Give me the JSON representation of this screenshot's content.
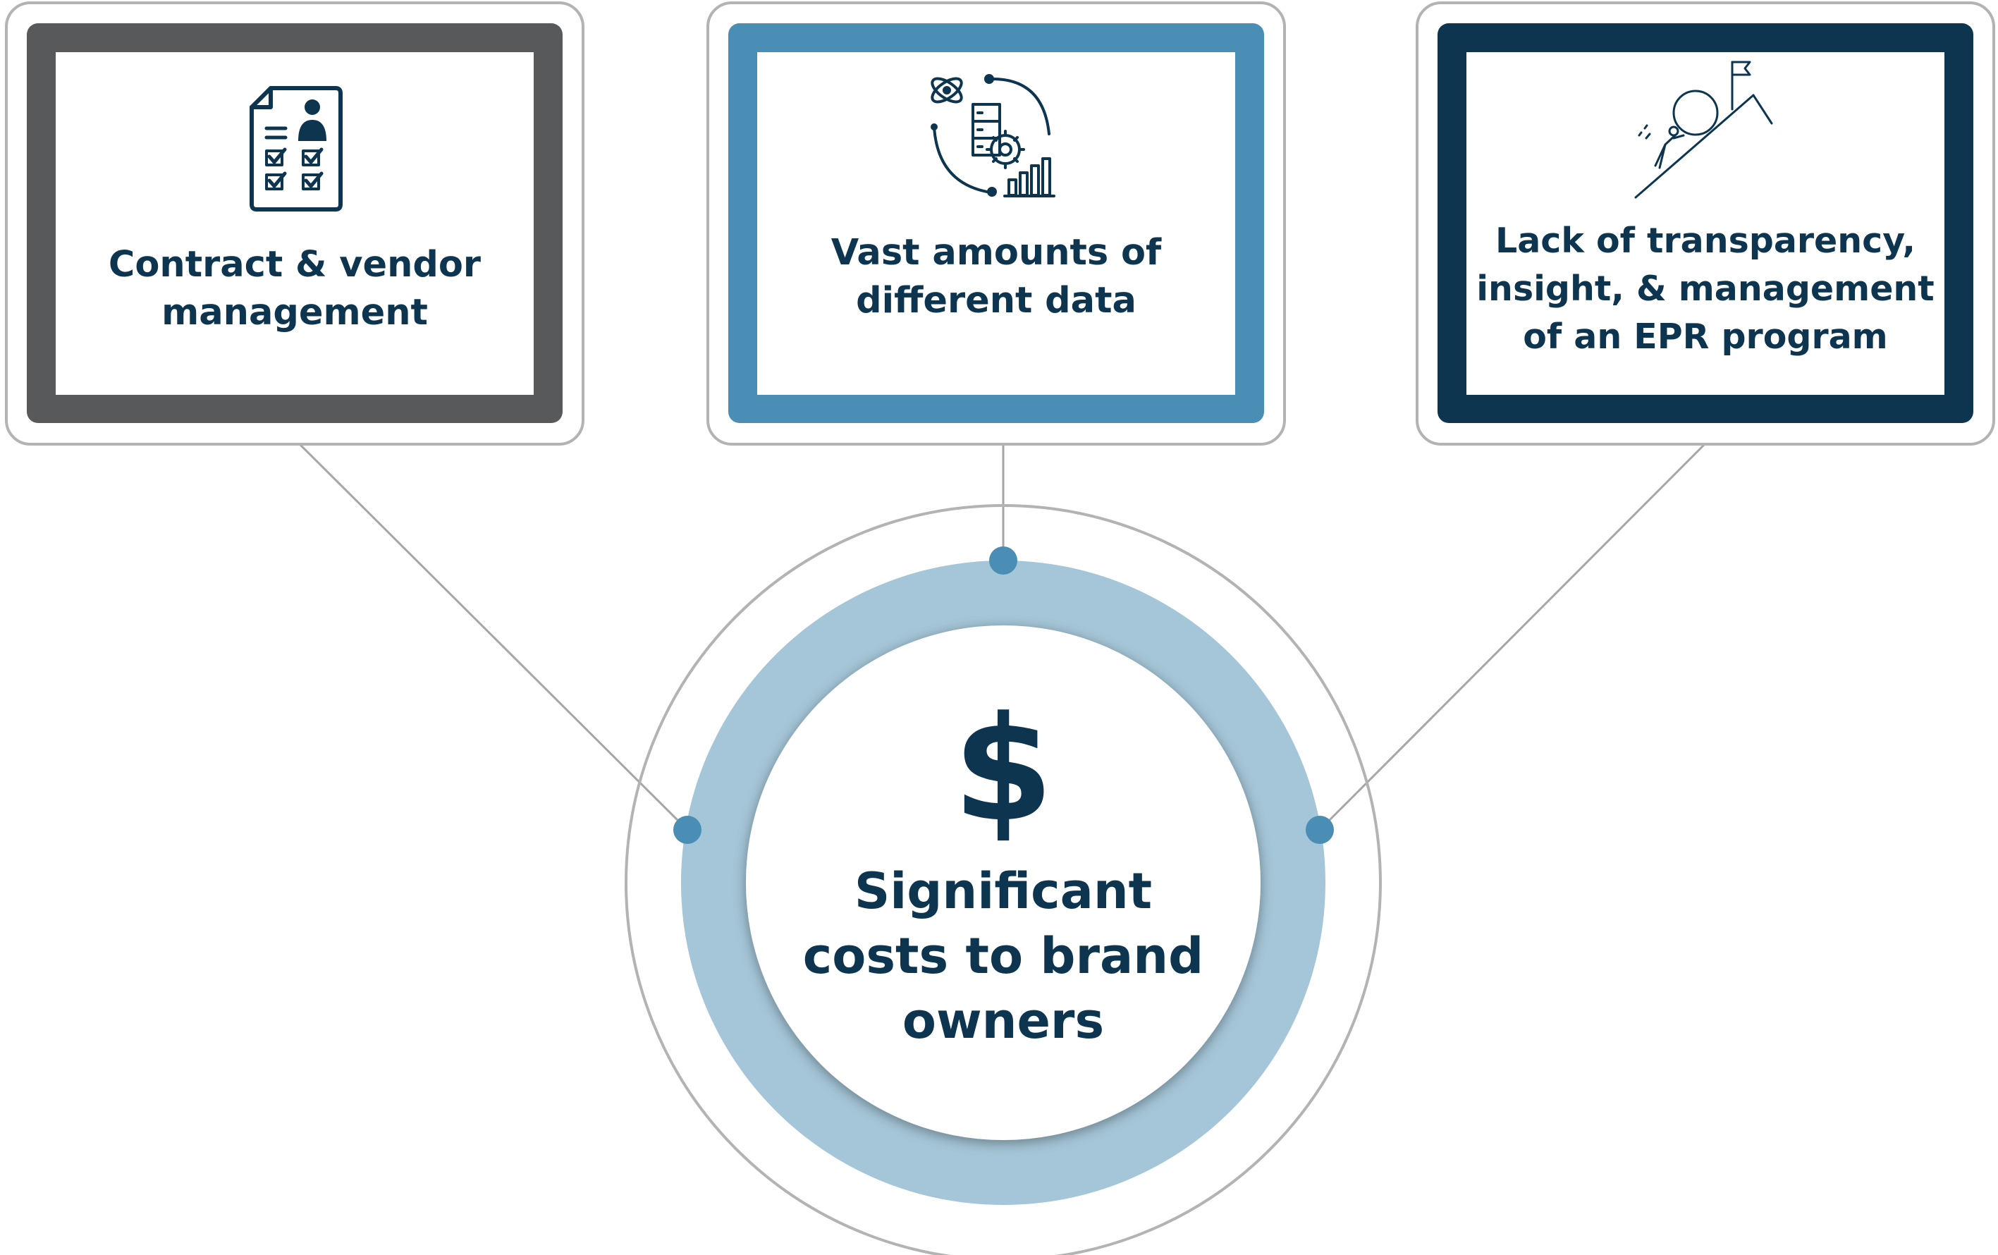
{
  "cards": [
    {
      "icon": "checklist-document-icon",
      "lines": [
        "Contract & vendor",
        "management"
      ],
      "color": "#58595b"
    },
    {
      "icon": "data-processing-icon",
      "lines": [
        "Vast amounts of",
        "different data"
      ],
      "color": "#4a8db5"
    },
    {
      "icon": "uphill-boulder-icon",
      "lines": [
        "Lack of transparency,",
        "insight, & management",
        "of an EPR program"
      ],
      "color": "#0d3550"
    }
  ],
  "center": {
    "symbol": "$",
    "lines": [
      "Significant",
      "costs to brand",
      "owners"
    ]
  },
  "colors": {
    "text": "#0d3550",
    "ring": "#a5c6d8",
    "dot": "#4a8db5",
    "outline": "#b3b3b3",
    "connector": "#a6a6a6"
  }
}
